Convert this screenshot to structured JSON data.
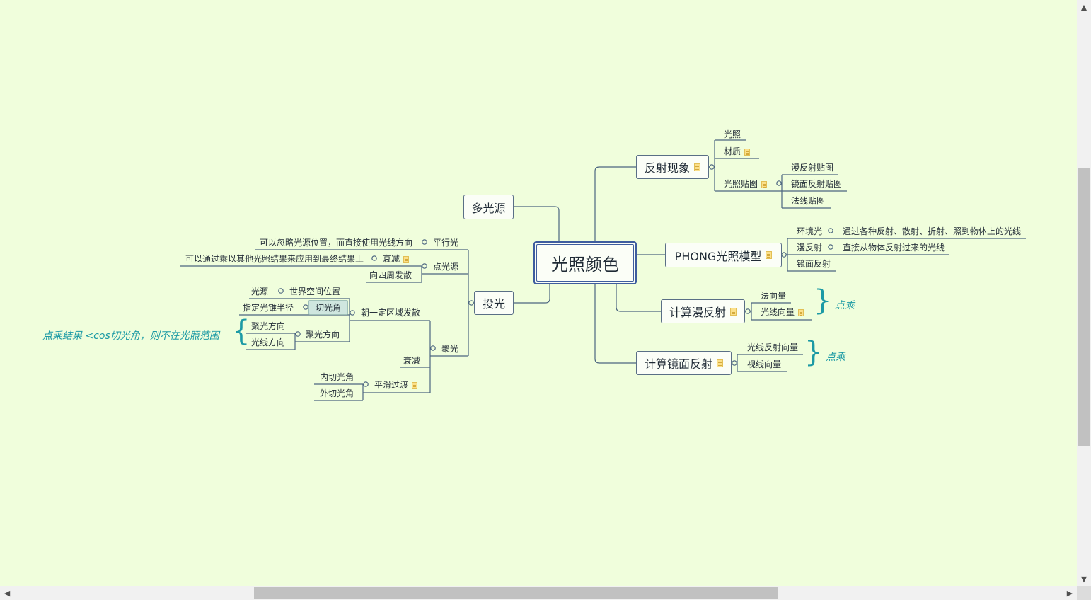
{
  "root": {
    "label": "光照颜色"
  },
  "branches": {
    "reflection": {
      "label": "反射现象",
      "children": {
        "light": "光照",
        "material": "材质",
        "lightmap": "光照贴图"
      },
      "maps": [
        "漫反射贴图",
        "镜面反射贴图",
        "法线贴图"
      ]
    },
    "phong": {
      "label": "PHONG光照模型",
      "items": [
        {
          "label": "环境光",
          "desc": "通过各种反射、散射、折射、照到物体上的光线"
        },
        {
          "label": "漫反射",
          "desc": "直接从物体反射过来的光线"
        },
        {
          "label": "镜面反射"
        }
      ]
    },
    "diffuse": {
      "label": "计算漫反射",
      "items": [
        "法向量",
        "光线向量"
      ],
      "summary": "点乘"
    },
    "specular": {
      "label": "计算镜面反射",
      "items": [
        "光线反射向量",
        "视线向量"
      ],
      "summary": "点乘"
    },
    "multi": {
      "label": "多光源"
    },
    "cast": {
      "label": "投光",
      "parallel": {
        "label": "平行光",
        "desc": "可以忽略光源位置，而直接使用光线方向"
      },
      "point": {
        "label": "点光源",
        "attenuation": {
          "label": "衰减",
          "desc": "可以通过乘以其他光照结果来应用到最终结果上"
        },
        "spread": "向四周发散"
      },
      "spot": {
        "label": "聚光",
        "region": {
          "label": "朝一定区域发散",
          "source": {
            "label": "光源",
            "desc": "世界空间位置"
          },
          "cutoff": {
            "label": "切光角",
            "desc": "指定光锥半径"
          },
          "direction": {
            "label": "聚光方向",
            "items": [
              "聚光方向",
              "光线方向"
            ]
          },
          "summary": "点乘结果 <cos切光角，则不在光照范围"
        },
        "attenuation": "衰减",
        "smooth": {
          "label": "平滑过渡",
          "items": [
            "内切光角",
            "外切光角"
          ]
        }
      }
    }
  },
  "colors": {
    "background": "#f0fedc",
    "line": "#4b6580",
    "root_border": "#3e5d9e",
    "summary": "#1c9aa5",
    "note": "#fbe08a"
  },
  "icons": {
    "note": "note-icon",
    "collapse": "collapse-circle-icon",
    "brace": "brace-icon"
  },
  "scrollbar": {
    "up": "▲",
    "down": "▼",
    "left": "◀",
    "right": "▶"
  }
}
